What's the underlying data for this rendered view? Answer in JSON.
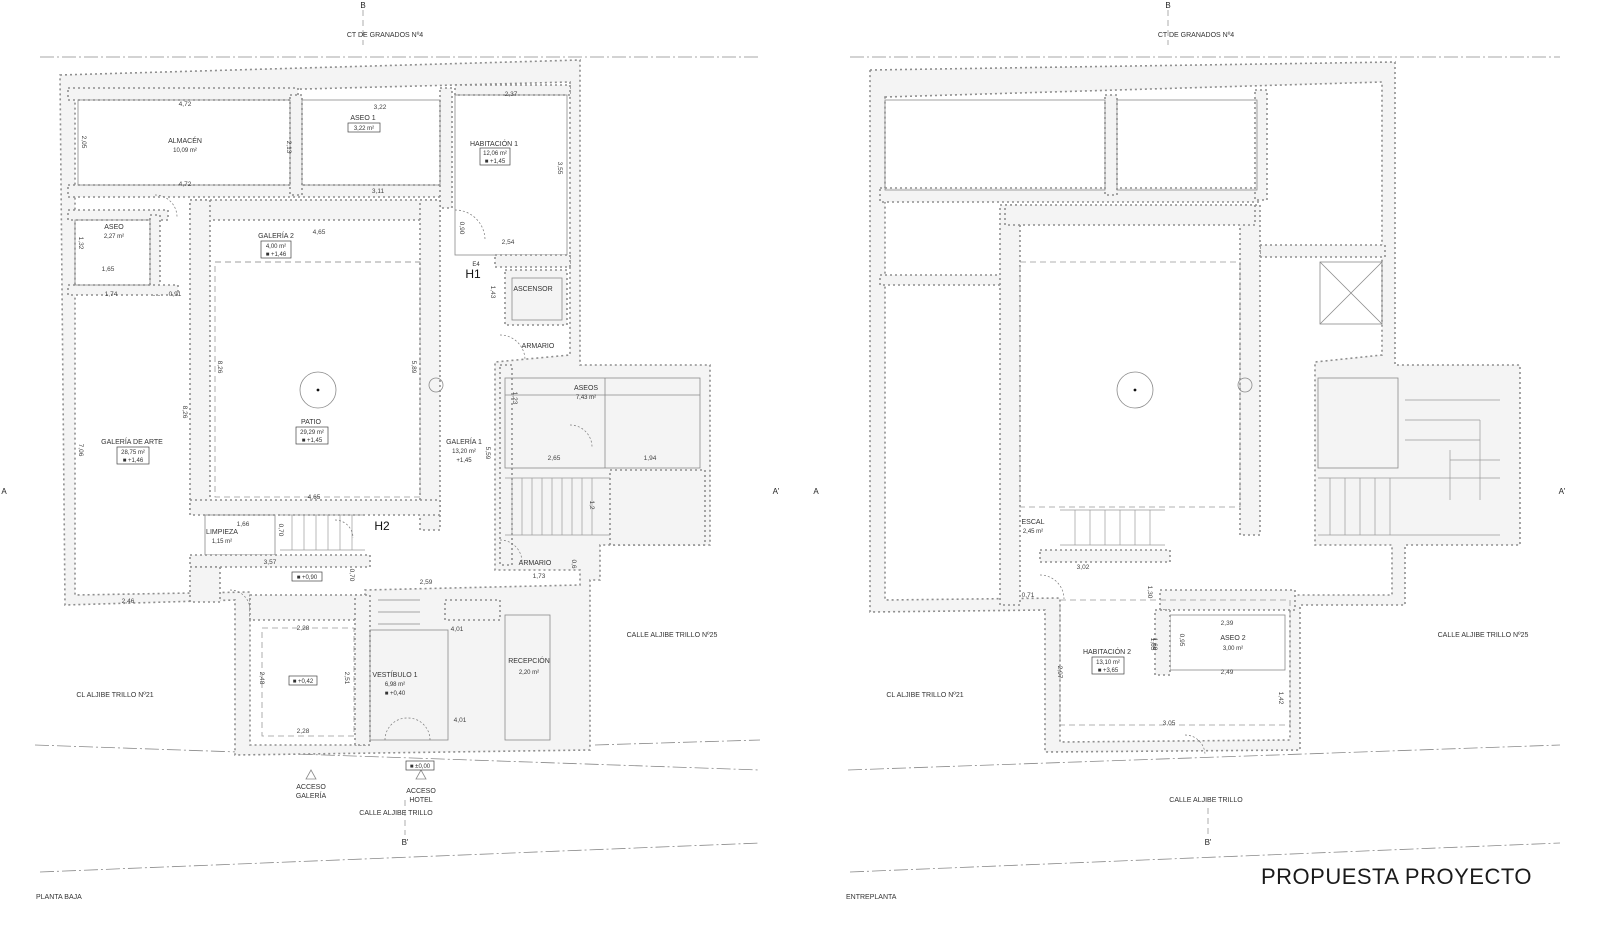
{
  "drawing": {
    "title": "PROPUESTA PROYECTO",
    "section_marks": {
      "b": "B",
      "b_prime": "B'",
      "a": "A",
      "a_prime": "A'"
    }
  },
  "ground_floor": {
    "plan_label": "PLANTA BAJA",
    "streets": {
      "top": "CT DE GRANADOS Nº4",
      "right": "CALLE ALJIBE TRILLO Nº25",
      "left": "CL ALJIBE TRILLO Nº21",
      "bottom": "CALLE ALJIBE TRILLO"
    },
    "rooms": [
      {
        "name": "ALMACÉN",
        "area": "10,09 m²"
      },
      {
        "name": "ASEO 1",
        "area": "3,22 m²"
      },
      {
        "name": "HABITACIÓN 1",
        "area": "12,06 m²",
        "level": "■ +1,45"
      },
      {
        "name": "ASEO",
        "area": "2,27 m²"
      },
      {
        "name": "GALERÍA 2",
        "area": "4,00 m²",
        "level": "■ +1,46"
      },
      {
        "name": "ASCENSOR"
      },
      {
        "name": "ARMARIO"
      },
      {
        "name": "ASEOS",
        "area": "7,43 m²"
      },
      {
        "name": "PATIO",
        "area": "29,29 m²",
        "level": "■ +1,45"
      },
      {
        "name": "GALERÍA DE ARTE",
        "area": "28,75 m²",
        "level": "■ +1,46"
      },
      {
        "name": "GALERÍA 1",
        "area": "13,20 m²",
        "level": "+1,45"
      },
      {
        "name": "LIMPIEZA",
        "area": "1,15 m²"
      },
      {
        "name": "ARMARIO"
      },
      {
        "name": "RECEPCIÓN",
        "area": "2,20 m²"
      },
      {
        "name": "VESTÍBULO 1",
        "area": "6,98 m²",
        "level": "■ +0,40"
      }
    ],
    "levels": {
      "lower_gallery": "■ +0,42",
      "corridor": "■ +0,90",
      "entrance": "■ ±0,00"
    },
    "markers": {
      "h1": "H1",
      "h2": "H2",
      "e4": "E4"
    },
    "access": {
      "gallery": "ACCESO GALERÍA",
      "hotel": "ACCESO HOTEL"
    },
    "dimensions": [
      "4,72",
      "3,22",
      "2,37",
      "2,05",
      "2,13",
      "4,72",
      "3,11",
      "3,55",
      "4,65",
      "0,90",
      "2,54",
      "1,32",
      "1,65",
      "1,74",
      "0,91",
      "1,43",
      "8,26",
      "5,89",
      "8,26",
      "7,06",
      "1,23",
      "2,65",
      "1,94",
      "5,59",
      "4,65",
      "1,66",
      "0,70",
      "3,57",
      "1,2",
      "0,70",
      "2,59",
      "1,73",
      "0,6",
      "2,48",
      "2,28",
      "2,46",
      "2,51",
      "4,01",
      "4,01",
      "2,28"
    ]
  },
  "mezzanine": {
    "plan_label": "ENTREPLANTA",
    "streets": {
      "top": "CT DE GRANADOS Nº4",
      "right": "CALLE ALJIBE TRILLO Nº25",
      "left": "CL ALJIBE TRILLO Nº21",
      "bottom": "CALLE ALJIBE TRILLO"
    },
    "rooms": [
      {
        "name": "ESCAL",
        "area": "2,45 m²"
      },
      {
        "name": "HABITACIÓN 2",
        "area": "13,10 m²",
        "level": "■ +3,65"
      },
      {
        "name": "ASEO 2",
        "area": "3,00 m²"
      }
    ],
    "dimensions": [
      "3,02",
      "1,30",
      "0,71",
      "1,05",
      "2,39",
      "0,95",
      "1,60",
      "2,49",
      "2,97",
      "1,42",
      "3,05"
    ]
  }
}
